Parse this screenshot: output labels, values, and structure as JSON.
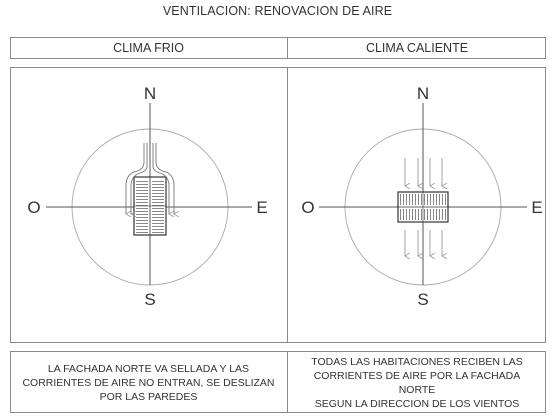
{
  "title": "VENTILACION: RENOVACION DE AIRE",
  "left": {
    "header": "CLIMA FRIO",
    "description": [
      "LA FACHADA NORTE VA SELLADA Y LAS",
      "CORRIENTES DE AIRE NO ENTRAN, SE DESLIZAN",
      "POR LAS PAREDES"
    ]
  },
  "right": {
    "header": "CLIMA CALIENTE",
    "description": [
      "TODAS LAS HABITACIONES RECIBEN LAS",
      "CORRIENTES DE AIRE POR LA FACHADA NORTE",
      "SEGUN LA DIRECCION DE LOS VIENTOS"
    ]
  },
  "compass": {
    "north": "N",
    "south": "S",
    "west": "O",
    "east": "E"
  },
  "colors": {
    "line": "#8a8a8a",
    "ink": "#333333"
  }
}
